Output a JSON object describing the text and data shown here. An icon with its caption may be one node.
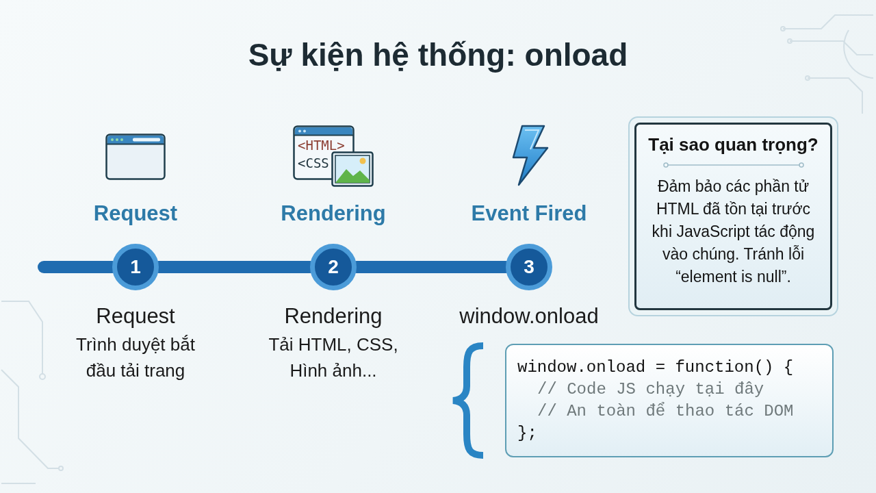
{
  "diagram": {
    "title": "Sự kiện hệ thống: onload",
    "nodes": [
      {
        "text": [
          "1"
        ],
        "beside": [
          "Request",
          "Request",
          "Trình duyệt bắt đầu tải trang"
        ]
      },
      {
        "text": [
          "2"
        ],
        "beside": [
          "Rendering",
          "Rendering",
          "Tải HTML, CSS, Hình ảnh..."
        ]
      },
      {
        "text": [
          "3"
        ],
        "beside": [
          "Event Fired",
          "window.onload"
        ]
      },
      {
        "text": [
          "Tại sao quan trọng?",
          "Đảm bảo các phần tử HTML đã tồn tại trước khi JavaScript tác động vào chúng. Tránh lỗi “element is null”."
        ]
      },
      {
        "text": [
          "window.onload = function() {",
          "// Code JS chạy tại đây",
          "// An toàn để thao tác DOM",
          "};"
        ]
      }
    ],
    "edges": [
      {
        "from": null,
        "to": 0,
        "arrow": "none"
      },
      {
        "from": 0,
        "to": 1,
        "arrow": "none"
      },
      {
        "from": 1,
        "to": 2,
        "arrow": "none"
      }
    ],
    "labels": [
      "<HTML>",
      "<CSS"
    ]
  }
}
